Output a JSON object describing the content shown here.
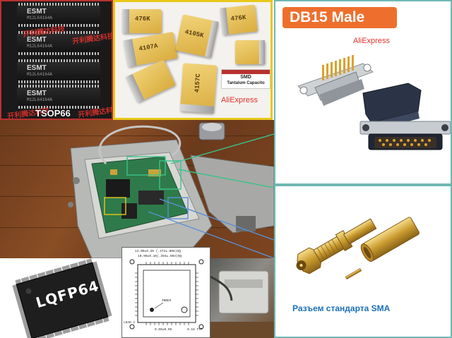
{
  "tsop_panel": {
    "chip_mark": "ESMT",
    "chip_code": "M12L64164A",
    "watermark": "开利腾达科技",
    "label": "TSOP66"
  },
  "tantalum_panel": {
    "cap_codes": [
      "476K",
      "4107A",
      "4157C",
      "4105K",
      "476K"
    ],
    "badge_line1": "SMD",
    "badge_line2": "Tantalum Capacito",
    "source": "AliExpress"
  },
  "db15_panel": {
    "title": "DB15 Male",
    "source": "AliExpress"
  },
  "lqfp_panel": {
    "chip_label": "LQFP64"
  },
  "drawing_panel": {
    "dim_top1": "12.00±0.20 (.472±.008)SQ",
    "dim_top2": "10.00±0.10(.394±.004)SQ",
    "index_label": "INDEX",
    "lead_label": "LEAD 1",
    "pitch_label": "0.50±0.05",
    "dim_bottom": "0.18 TYP"
  },
  "sma_panel": {
    "caption": "Разъем стандарта SMA"
  },
  "colors": {
    "title_bg": "#ee6f2d",
    "aliexpress_red": "#e0322c",
    "sma_caption_blue": "#1a70b8",
    "panel_border_teal": "#6fb9b2",
    "tsop_border_red": "#b8312f",
    "tantalum_border_yellow": "#e8c81a"
  }
}
